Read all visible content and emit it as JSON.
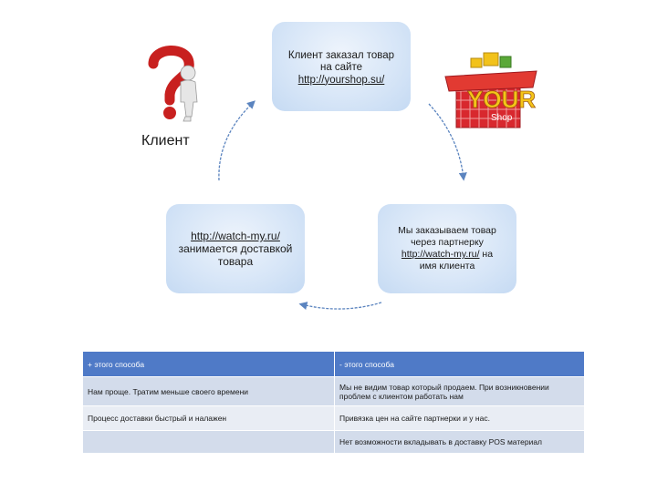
{
  "client_label": "Клиент",
  "boxes": {
    "top": {
      "line1": "Клиент заказал товар",
      "line2": "на сайте",
      "link": "http://yourshop.su/"
    },
    "left": {
      "link": "http://watch-my.ru/",
      "line1": "занимается доставкой",
      "line2": "товара"
    },
    "right": {
      "line1": "Мы заказываем товар",
      "line2": "через партнерку",
      "link": "http://watch-my.ru/",
      "link_suffix": " на",
      "line3": "имя клиента"
    }
  },
  "logo_text": {
    "main": "YOUR",
    "sub": "Shop"
  },
  "table": {
    "headers": [
      "+ этого способа",
      "- этого способа"
    ],
    "rows": [
      [
        "Нам проще. Тратим меньше своего времени",
        "Мы не видим товар который продаем. При возникновении проблем с клиентом работать нам"
      ],
      [
        "Процесс доставки быстрый и налажен",
        "Привязка цен на сайте партнерки и у нас."
      ],
      [
        "",
        "Нет возможности вкладывать в доставку POS материал"
      ]
    ]
  },
  "colors": {
    "box_fill": "#d6e5f7",
    "arrow": "#5b84bf",
    "table_header": "#4f7ac7",
    "row_dark": "#d3dceb",
    "row_light": "#e9edf4",
    "question_red": "#c8201f"
  }
}
